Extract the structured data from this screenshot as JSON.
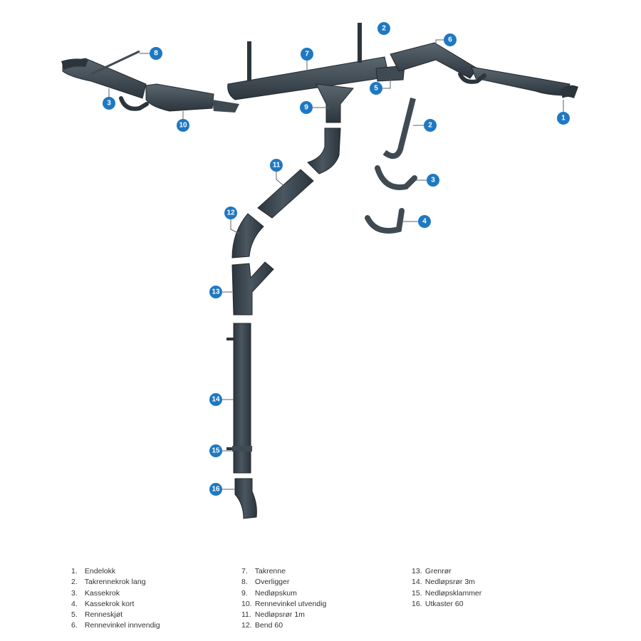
{
  "colors": {
    "badge": "#1f78c1",
    "part": "#3f4a52",
    "part_dark": "#2c353c",
    "part_light": "#5b6770"
  },
  "badges": [
    {
      "id": "b8",
      "label": "8"
    },
    {
      "id": "b3",
      "label": "3"
    },
    {
      "id": "b10",
      "label": "10"
    },
    {
      "id": "b7",
      "label": "7"
    },
    {
      "id": "b2top",
      "label": "2"
    },
    {
      "id": "b6",
      "label": "6"
    },
    {
      "id": "b5",
      "label": "5"
    },
    {
      "id": "b1",
      "label": "1"
    },
    {
      "id": "b9",
      "label": "9"
    },
    {
      "id": "b2",
      "label": "2"
    },
    {
      "id": "b3r",
      "label": "3"
    },
    {
      "id": "b4",
      "label": "4"
    },
    {
      "id": "b11",
      "label": "11"
    },
    {
      "id": "b12",
      "label": "12"
    },
    {
      "id": "b13",
      "label": "13"
    },
    {
      "id": "b14",
      "label": "14"
    },
    {
      "id": "b15",
      "label": "15"
    },
    {
      "id": "b16",
      "label": "16"
    }
  ],
  "legend": [
    [
      {
        "num": "1.",
        "text": "Endelokk"
      },
      {
        "num": "2.",
        "text": "Takrennekrok lang"
      },
      {
        "num": "3.",
        "text": "Kassekrok"
      },
      {
        "num": "4.",
        "text": "Kassekrok kort"
      },
      {
        "num": "5.",
        "text": "Renneskjøt"
      },
      {
        "num": "6.",
        "text": "Rennevinkel innvendig"
      }
    ],
    [
      {
        "num": "7.",
        "text": "Takrenne"
      },
      {
        "num": "8.",
        "text": "Overligger"
      },
      {
        "num": "9.",
        "text": "Nedløpskum"
      },
      {
        "num": "10.",
        "text": "Rennevinkel utvendig"
      },
      {
        "num": "11.",
        "text": "Nedløpsrør 1m"
      },
      {
        "num": "12.",
        "text": "Bend 60"
      }
    ],
    [
      {
        "num": "13.",
        "text": "Grenrør"
      },
      {
        "num": "14.",
        "text": "Nedløpsrør 3m"
      },
      {
        "num": "15.",
        "text": "Nedløpsklammer"
      },
      {
        "num": "16.",
        "text": "Utkaster 60"
      }
    ]
  ]
}
